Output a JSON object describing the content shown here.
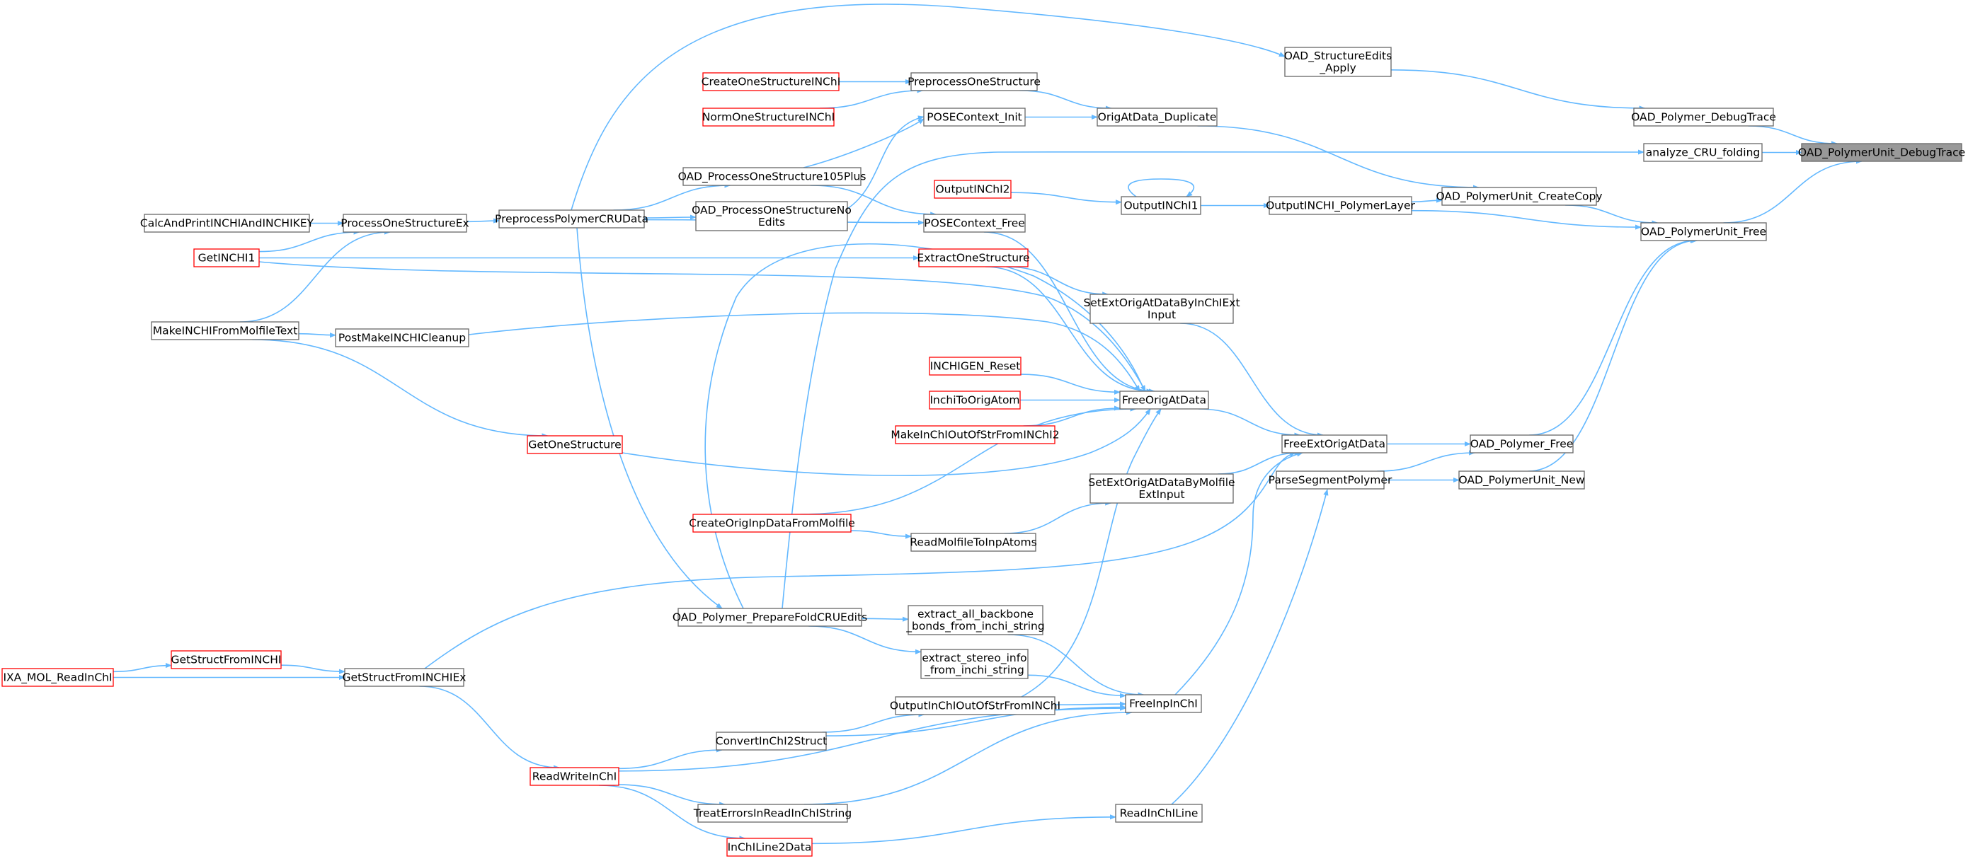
{
  "graph": {
    "colors": {
      "edge": "#63b8ff",
      "node_border": "#666666",
      "node_border_truncated": "#ff0000",
      "focus_fill": "#999999",
      "background": "#ffffff"
    },
    "nodes": {
      "ts_debug": {
        "label": [
          "OAD_PolymerUnit_DebugTrace"
        ],
        "style": "focus"
      },
      "p_debug": {
        "label": [
          "OAD_Polymer_DebugTrace"
        ],
        "style": "normal"
      },
      "analyze": {
        "label": [
          "analyze_CRU_folding"
        ],
        "style": "normal"
      },
      "pu_free": {
        "label": [
          "OAD_PolymerUnit_Free"
        ],
        "style": "normal"
      },
      "pu_copy": {
        "label": [
          "OAD_PolymerUnit_CreateCopy"
        ],
        "style": "normal"
      },
      "p_free": {
        "label": [
          "OAD_Polymer_Free"
        ],
        "style": "normal"
      },
      "pu_new": {
        "label": [
          "OAD_PolymerUnit_New"
        ],
        "style": "normal"
      },
      "se_apply": {
        "label": [
          "OAD_StructureEdits",
          "_Apply"
        ],
        "style": "normal"
      },
      "orig_dup": {
        "label": [
          "OrigAtData_Duplicate"
        ],
        "style": "normal"
      },
      "out_layer": {
        "label": [
          "OutputINCHI_PolymerLayer"
        ],
        "style": "normal"
      },
      "out1": {
        "label": [
          "OutputINChI1"
        ],
        "style": "normal"
      },
      "out2": {
        "label": [
          "OutputINChI2"
        ],
        "style": "truncated"
      },
      "free_ext": {
        "label": [
          "FreeExtOrigAtData"
        ],
        "style": "normal"
      },
      "parse_seg": {
        "label": [
          "ParseSegmentPolymer"
        ],
        "style": "normal"
      },
      "free_orig": {
        "label": [
          "FreeOrigAtData"
        ],
        "style": "normal"
      },
      "free_inp": {
        "label": [
          "FreeInpInChI"
        ],
        "style": "normal"
      },
      "read_line": {
        "label": [
          "ReadInChILine"
        ],
        "style": "normal"
      },
      "set_inchi": {
        "label": [
          "SetExtOrigAtDataByInChIExt",
          "Input"
        ],
        "style": "normal"
      },
      "set_mol": {
        "label": [
          "SetExtOrigAtDataByMolfile",
          "ExtInput"
        ],
        "style": "normal"
      },
      "read_mol": {
        "label": [
          "ReadMolfileToInpAtoms"
        ],
        "style": "normal"
      },
      "pre_one": {
        "label": [
          "PreprocessOneStructure"
        ],
        "style": "normal"
      },
      "pose_init": {
        "label": [
          "POSEContext_Init"
        ],
        "style": "normal"
      },
      "pose_free": {
        "label": [
          "POSEContext_Free"
        ],
        "style": "normal"
      },
      "extract": {
        "label": [
          "ExtractOneStructure"
        ],
        "style": "truncated"
      },
      "inchigen_reset": {
        "label": [
          "INCHIGEN_Reset"
        ],
        "style": "truncated"
      },
      "inchi_to_orig": {
        "label": [
          "InchiToOrigAtom"
        ],
        "style": "truncated"
      },
      "make_inchi2": {
        "label": [
          "MakeInChIOutOfStrFromINChI2"
        ],
        "style": "truncated"
      },
      "create_orig": {
        "label": [
          "CreateOrigInpDataFromMolfile"
        ],
        "style": "truncated"
      },
      "extract_bb": {
        "label": [
          "extract_all_backbone",
          "_bonds_from_inchi_string"
        ],
        "style": "normal"
      },
      "extract_st": {
        "label": [
          "extract_stereo_info",
          "_from_inchi_string"
        ],
        "style": "normal"
      },
      "out_from": {
        "label": [
          "OutputInChIOutOfStrFromINChI"
        ],
        "style": "normal"
      },
      "convert": {
        "label": [
          "ConvertInChI2Struct"
        ],
        "style": "normal"
      },
      "treat": {
        "label": [
          "TreatErrorsInReadInChIString"
        ],
        "style": "normal"
      },
      "line2data": {
        "label": [
          "InChILine2Data"
        ],
        "style": "truncated"
      },
      "create_one": {
        "label": [
          "CreateOneStructureINChI"
        ],
        "style": "truncated"
      },
      "norm_one": {
        "label": [
          "NormOneStructureINChI"
        ],
        "style": "truncated"
      },
      "oad_proc105": {
        "label": [
          "OAD_ProcessOneStructure105Plus"
        ],
        "style": "normal"
      },
      "oad_noedits": {
        "label": [
          "OAD_ProcessOneStructureNo",
          "Edits"
        ],
        "style": "normal"
      },
      "oad_fold": {
        "label": [
          "OAD_Polymer_PrepareFoldCRUEdits"
        ],
        "style": "normal"
      },
      "pre_poly": {
        "label": [
          "PreprocessPolymerCRUData"
        ],
        "style": "normal"
      },
      "proc_ex": {
        "label": [
          "ProcessOneStructureEx"
        ],
        "style": "normal"
      },
      "post_make": {
        "label": [
          "PostMakeINCHICleanup"
        ],
        "style": "normal"
      },
      "get_one": {
        "label": [
          "GetOneStructure"
        ],
        "style": "truncated"
      },
      "get_ex": {
        "label": [
          "GetStructFromINCHIEx"
        ],
        "style": "normal"
      },
      "read_write": {
        "label": [
          "ReadWriteInChI"
        ],
        "style": "truncated"
      },
      "calc_print": {
        "label": [
          "CalcAndPrintINCHIAndINCHIKEY"
        ],
        "style": "normal"
      },
      "get_inchi1": {
        "label": [
          "GetINCHI1"
        ],
        "style": "truncated"
      },
      "make_mol": {
        "label": [
          "MakeINCHIFromMolfileText"
        ],
        "style": "normal"
      },
      "get_from": {
        "label": [
          "GetStructFromINCHI"
        ],
        "style": "truncated"
      },
      "ixa": {
        "label": [
          "IXA_MOL_ReadInChI"
        ],
        "style": "truncated"
      }
    },
    "edges": [
      [
        "p_debug",
        "ts_debug"
      ],
      [
        "analyze",
        "ts_debug"
      ],
      [
        "pu_free",
        "ts_debug"
      ],
      [
        "se_apply",
        "p_debug"
      ],
      [
        "pre_poly",
        "se_apply"
      ],
      [
        "oad_fold",
        "analyze"
      ],
      [
        "pu_copy",
        "pu_free"
      ],
      [
        "out_layer",
        "pu_free"
      ],
      [
        "p_free",
        "pu_free"
      ],
      [
        "pu_new",
        "pu_free"
      ],
      [
        "orig_dup",
        "pu_copy"
      ],
      [
        "out_layer",
        "pu_copy"
      ],
      [
        "out1",
        "out_layer"
      ],
      [
        "out1",
        "out1"
      ],
      [
        "out2",
        "out1"
      ],
      [
        "pre_one",
        "orig_dup"
      ],
      [
        "pose_init",
        "orig_dup"
      ],
      [
        "free_ext",
        "p_free"
      ],
      [
        "parse_seg",
        "p_free"
      ],
      [
        "parse_seg",
        "pu_new"
      ],
      [
        "free_orig",
        "free_ext"
      ],
      [
        "set_inchi",
        "free_ext"
      ],
      [
        "set_mol",
        "free_ext"
      ],
      [
        "free_inp",
        "free_ext"
      ],
      [
        "get_ex",
        "free_ext"
      ],
      [
        "read_line",
        "parse_seg"
      ],
      [
        "pose_free",
        "free_orig"
      ],
      [
        "extract",
        "free_orig"
      ],
      [
        "inchigen_reset",
        "free_orig"
      ],
      [
        "inchi_to_orig",
        "free_orig"
      ],
      [
        "make_inchi2",
        "free_orig"
      ],
      [
        "create_orig",
        "free_orig"
      ],
      [
        "get_one",
        "free_orig"
      ],
      [
        "post_make",
        "free_orig"
      ],
      [
        "get_inchi1",
        "free_orig"
      ],
      [
        "oad_fold",
        "free_orig"
      ],
      [
        "out_from",
        "free_orig"
      ],
      [
        "extract",
        "set_inchi"
      ],
      [
        "read_mol",
        "set_mol"
      ],
      [
        "create_orig",
        "read_mol"
      ],
      [
        "extract_bb",
        "free_inp"
      ],
      [
        "extract_st",
        "free_inp"
      ],
      [
        "out_from",
        "free_inp"
      ],
      [
        "convert",
        "free_inp"
      ],
      [
        "read_write",
        "free_inp"
      ],
      [
        "treat",
        "free_inp"
      ],
      [
        "line2data",
        "read_line"
      ],
      [
        "create_one",
        "pre_one"
      ],
      [
        "norm_one",
        "pre_one"
      ],
      [
        "oad_proc105",
        "pose_init"
      ],
      [
        "oad_noedits",
        "pose_init"
      ],
      [
        "oad_proc105",
        "pose_free"
      ],
      [
        "pre_poly",
        "pose_free"
      ],
      [
        "get_inchi1",
        "extract"
      ],
      [
        "oad_fold",
        "extract_bb"
      ],
      [
        "oad_fold",
        "extract_st"
      ],
      [
        "convert",
        "out_from"
      ],
      [
        "read_write",
        "convert"
      ],
      [
        "read_write",
        "treat"
      ],
      [
        "read_write",
        "line2data"
      ],
      [
        "pre_poly",
        "oad_proc105"
      ],
      [
        "pre_poly",
        "oad_noedits"
      ],
      [
        "pre_poly",
        "oad_fold"
      ],
      [
        "proc_ex",
        "pre_poly"
      ],
      [
        "calc_print",
        "proc_ex"
      ],
      [
        "get_inchi1",
        "proc_ex"
      ],
      [
        "make_mol",
        "proc_ex"
      ],
      [
        "make_mol",
        "post_make"
      ],
      [
        "make_mol",
        "get_one"
      ],
      [
        "get_ex",
        "read_write"
      ],
      [
        "get_from",
        "get_ex"
      ],
      [
        "ixa",
        "get_ex"
      ],
      [
        "ixa",
        "get_from"
      ]
    ]
  }
}
